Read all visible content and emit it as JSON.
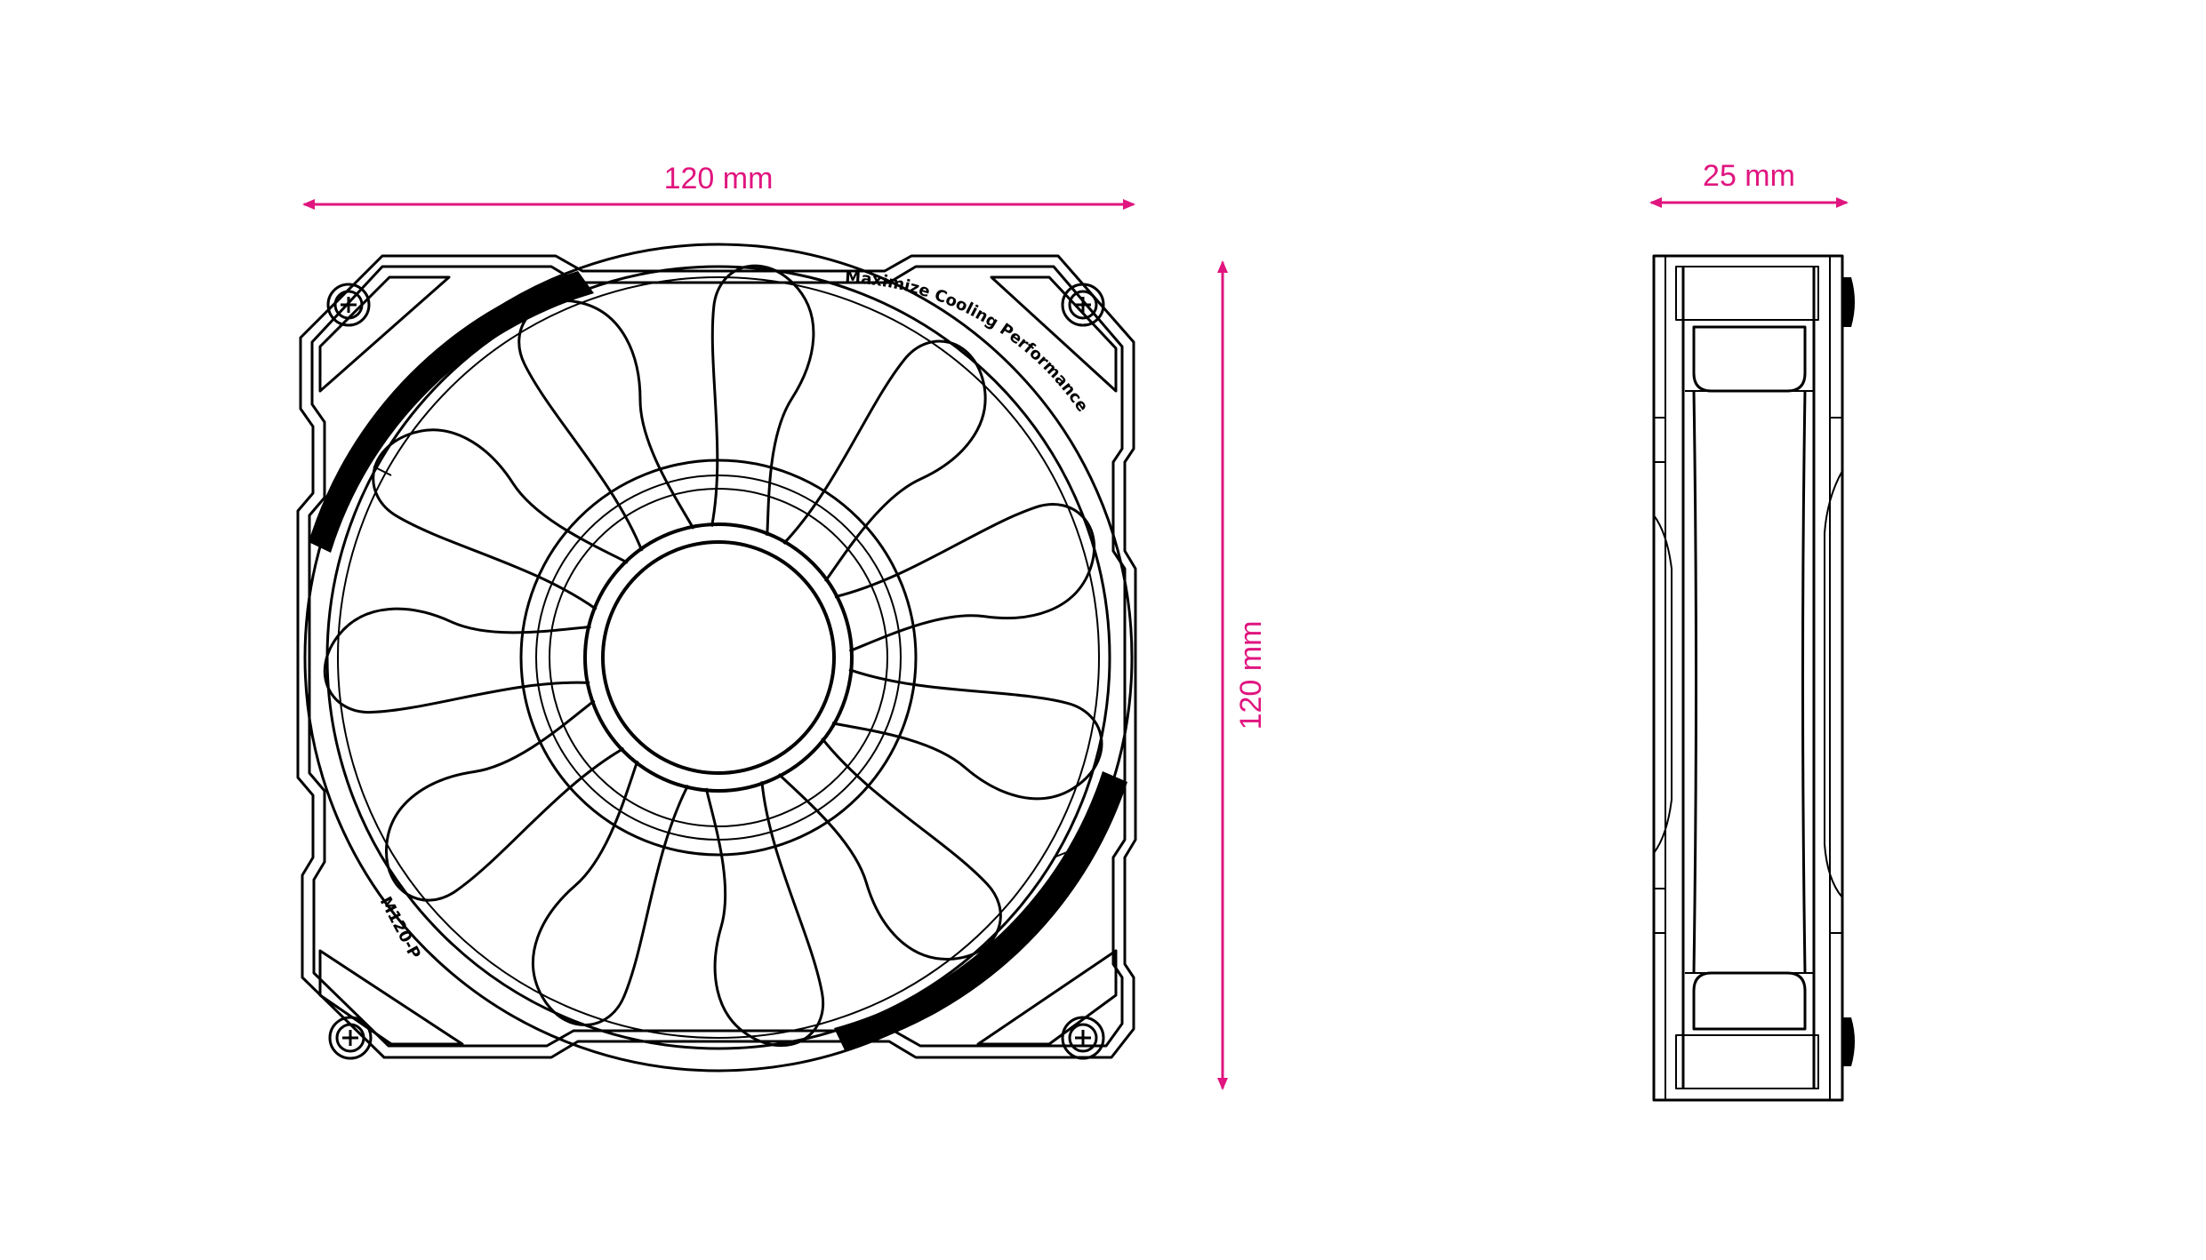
{
  "colors": {
    "dimension": "#e0157f",
    "line": "#000000",
    "background": "#ffffff"
  },
  "dimensions": {
    "front_width": "120 mm",
    "front_height": "120 mm",
    "side_depth": "25 mm"
  },
  "fan_text": {
    "ring_label": "Maximize Cooling Performance",
    "model_label": "M120-P"
  }
}
